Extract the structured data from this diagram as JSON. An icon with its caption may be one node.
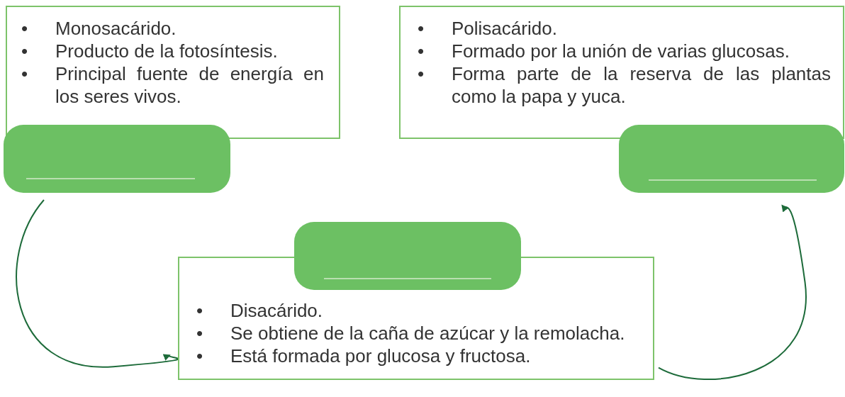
{
  "diagram": {
    "nodes": [
      {
        "text": [
          "•",
          "Monosacárido.",
          "•",
          "Producto de la fotosíntesis.",
          "•",
          "Principal fuente de energía en los seres vivos."
        ]
      },
      {
        "text": [],
        "shape": "box"
      },
      {
        "text": [
          "•",
          "Polisacárido.",
          "•",
          "Formado por la unión de varias glucosas.",
          "•",
          "Forma parte de la reserva de las plantas como la papa y yuca."
        ]
      },
      {
        "text": [],
        "shape": "box"
      },
      {
        "text": [],
        "shape": "box"
      },
      {
        "text": [
          "•",
          "Disacárido.",
          "•",
          "Se obtiene de la caña de azúcar y la remolacha.",
          "•",
          "Está formada por glucosa y fructosa."
        ]
      }
    ],
    "edges": [
      {
        "from": 1,
        "to": 5,
        "arrow": "to"
      },
      {
        "from": 5,
        "to": 3,
        "arrow": "to"
      }
    ]
  }
}
